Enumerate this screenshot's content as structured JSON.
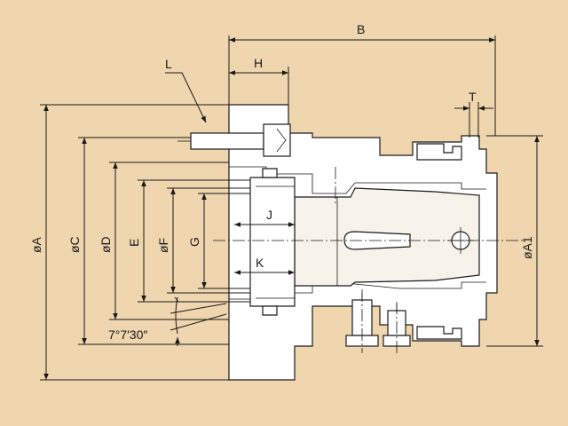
{
  "diagram": {
    "labels": {
      "B": "B",
      "H": "H",
      "L": "L",
      "T": "T",
      "J": "J",
      "K": "K",
      "A": "øA",
      "C": "øC",
      "D": "øD",
      "E": "E",
      "F": "øF",
      "G": "G",
      "A1": "øA1",
      "angle": "7°7′30″"
    },
    "colors": {
      "background": "#efd6ae",
      "line": "#1a1a1a",
      "part_fill": "#ffffff"
    }
  }
}
